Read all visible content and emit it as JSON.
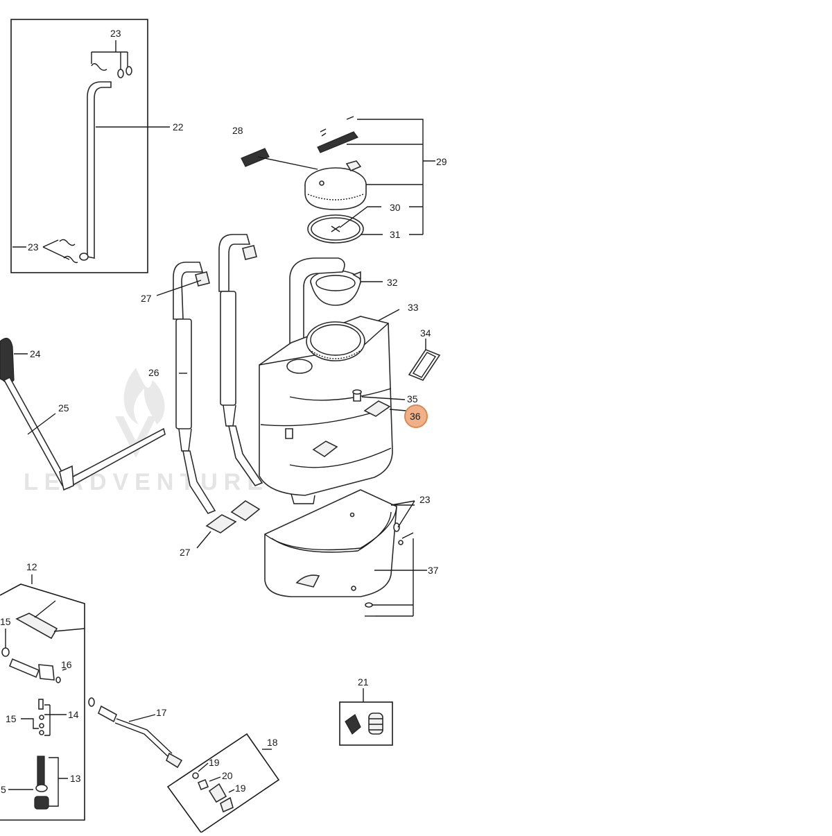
{
  "watermark": {
    "text": "LEADVENTURE"
  },
  "highlight": {
    "label": "36",
    "color": "#f0b088"
  },
  "callouts": {
    "c23a": "23",
    "c22": "22",
    "c23b": "23",
    "c28": "28",
    "c29": "29",
    "c30": "30",
    "c31": "31",
    "c32": "32",
    "c33": "33",
    "c34": "34",
    "c27a": "27",
    "c26": "26",
    "c24": "24",
    "c25": "25",
    "c35": "35",
    "c36": "36",
    "c23c": "23",
    "c27b": "27",
    "c37": "37",
    "c12": "12",
    "c15a": "15",
    "c16": "16",
    "c14": "14",
    "c15b": "15",
    "c13": "13",
    "c5": "5",
    "c17": "17",
    "c18": "18",
    "c19a": "19",
    "c20": "20",
    "c19b": "19",
    "c21": "21"
  }
}
